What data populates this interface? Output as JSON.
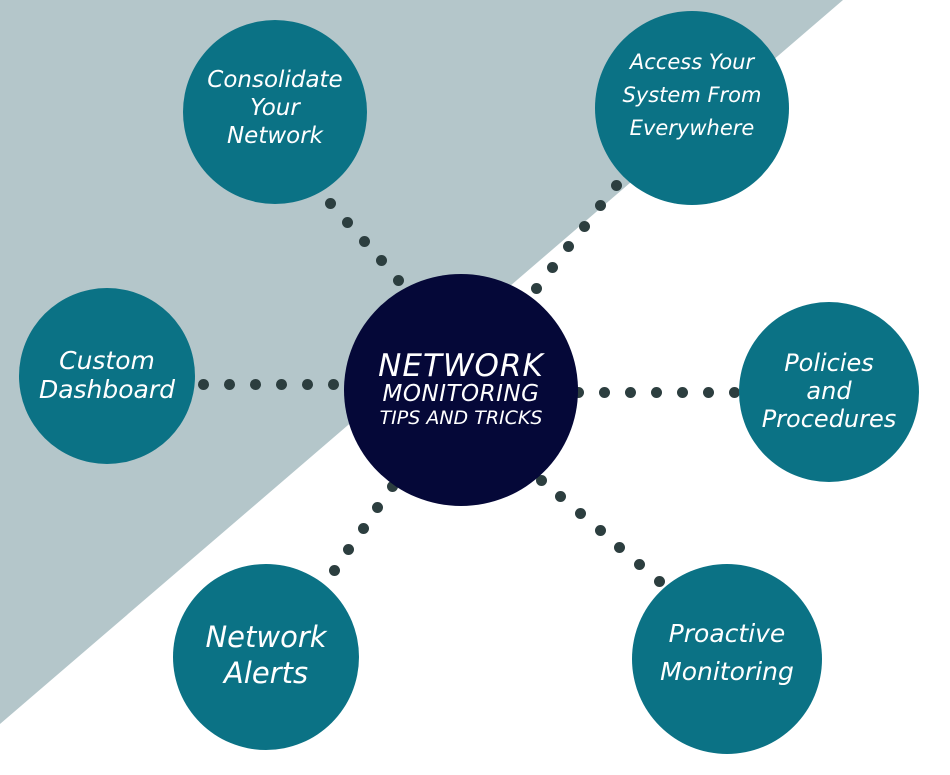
{
  "diagram": {
    "colors": {
      "background": "#ffffff",
      "diagonal_panel": "#b4c6ca",
      "satellite_node": "#0b7285",
      "center_node": "#050838",
      "connector_dots": "#2c3e3f",
      "text": "#ffffff"
    },
    "center": {
      "lines": [
        "NETWORK",
        "MONITORING",
        "TIPS AND TRICKS"
      ]
    },
    "nodes": [
      {
        "id": "consolidate",
        "lines": [
          "Consolidate",
          "Your",
          "Network"
        ]
      },
      {
        "id": "access",
        "lines": [
          "Access Your",
          "System From",
          "Everywhere"
        ]
      },
      {
        "id": "custom-dashboard",
        "lines": [
          "Custom",
          "Dashboard"
        ]
      },
      {
        "id": "policies",
        "lines": [
          "Policies",
          "and",
          "Procedures"
        ]
      },
      {
        "id": "network-alerts",
        "lines": [
          "Network",
          "Alerts"
        ]
      },
      {
        "id": "proactive",
        "lines": [
          "Proactive",
          "Monitoring"
        ]
      }
    ],
    "edges": [
      {
        "from": "center",
        "to": "consolidate",
        "style": "dotted"
      },
      {
        "from": "center",
        "to": "access",
        "style": "dotted"
      },
      {
        "from": "center",
        "to": "custom-dashboard",
        "style": "dotted"
      },
      {
        "from": "center",
        "to": "policies",
        "style": "dotted"
      },
      {
        "from": "center",
        "to": "network-alerts",
        "style": "dotted"
      },
      {
        "from": "center",
        "to": "proactive",
        "style": "dotted"
      }
    ]
  }
}
